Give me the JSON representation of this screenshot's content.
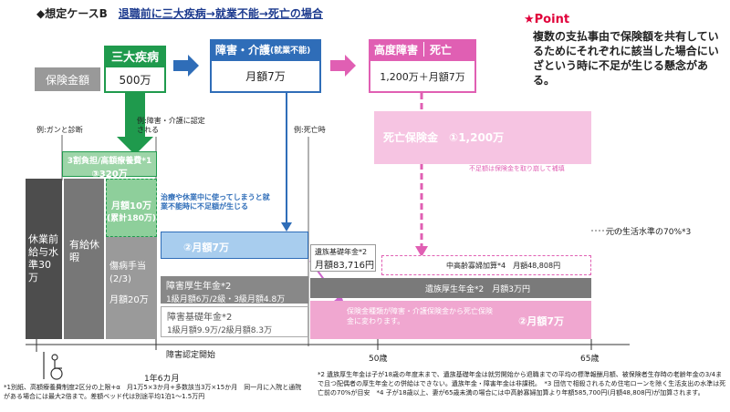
{
  "title": {
    "prefix": "◆想定ケースB",
    "main": "退職前に三大疾病→就業不能→死亡の場合"
  },
  "point": {
    "label": "★Point",
    "text": "複数の支払事由で保険額を共有しているためにそれぞれに該当した場合にいざという時に不足が生じる懸念がある。"
  },
  "insured_label": "保険金額",
  "boxes": {
    "critical_illness": {
      "head": "三大疾病",
      "amount": "500万"
    },
    "disability": {
      "head": "障害・介護",
      "head_note": "(就業不能)",
      "amount": "月額7万"
    },
    "death": {
      "head": "高度障害",
      "head2": "死亡",
      "amount": "1,200万＋月額7万"
    }
  },
  "events": {
    "cancer": "例:ガンと診断",
    "care_cert": "例:障害・介護に認定される",
    "death_time": "例:死亡時"
  },
  "bars": {
    "copay": "3割負担/高額療養費*1",
    "copay_amount": "③320万",
    "salary": "休業前給与水準30万",
    "paid_leave": "有給休暇",
    "sick_pay": "傷病手当(2/3)",
    "sick_pay_monthly": "月額20万",
    "monthly_10": "月額10万",
    "monthly_10_total": "(累計180万)",
    "warning": "治療や休業中に使ってしまうと就業不能時に不足額が生じる",
    "monthly_7": "②月額7万",
    "disability_welfare": "障害厚生年金*2",
    "disability_welfare_detail": "1級月額6万/2級・3級月額4.8万",
    "disability_basic": "障害基礎年金*2",
    "disability_basic_detail": "1級月額9.9万/2級月額8.3万",
    "death_benefit": "死亡保険金",
    "death_benefit_amount": "①1,200万",
    "shortfall_note": "不足額は保険金を取り崩して補填",
    "survivor_basic": "遺族基礎年金*2",
    "survivor_basic_amount": "月額83,716円",
    "widow_addition": "中高齢寡婦加算*4　月額48,808円",
    "survivor_welfare": "遺族厚生年金*2　月額3万円",
    "insurance_switch": "保険金種類が障害・介護保険金から死亡保険金に変わります。",
    "monthly_7_end": "②月額7万",
    "living_standard": "元の生活水準の70%*3"
  },
  "timeline": {
    "disability_start": "障害認定開始",
    "year_half": "1年6カ月",
    "age_50": "50歳",
    "age_65": "65歳"
  },
  "footnotes": {
    "left": "*1別紙、高額療養費制度2区分の上限+α　月1万5×3か月+多数該当3万×15か月　同一月に入院と通院がある場合には最大2倍まで。差額ベッド代は別途平均1泊1～1.5万円",
    "right": "*2 遺族厚生年金は子が18歳の年度末まで、遺族基礎年金は就労開始から退職までの平均の標準報酬月額、被保険者生存時の老齢年金の3/4まで且つ配偶者の厚生年金との併給はできない。遺族年金・障害年金は非課税。　*3 団信で相殺されるため住宅ローンを除く生活支出の水準は死亡前の70%が目安　*4 子が18歳以上、妻が65歳未満の場合には中高齢寡婦加算より年額585,700円(月額48,808円)が加算されます。"
  },
  "colors": {
    "green": "#1f9a4d",
    "blue": "#2f6db8",
    "pink": "#e05fb3",
    "red": "#e0003a"
  }
}
